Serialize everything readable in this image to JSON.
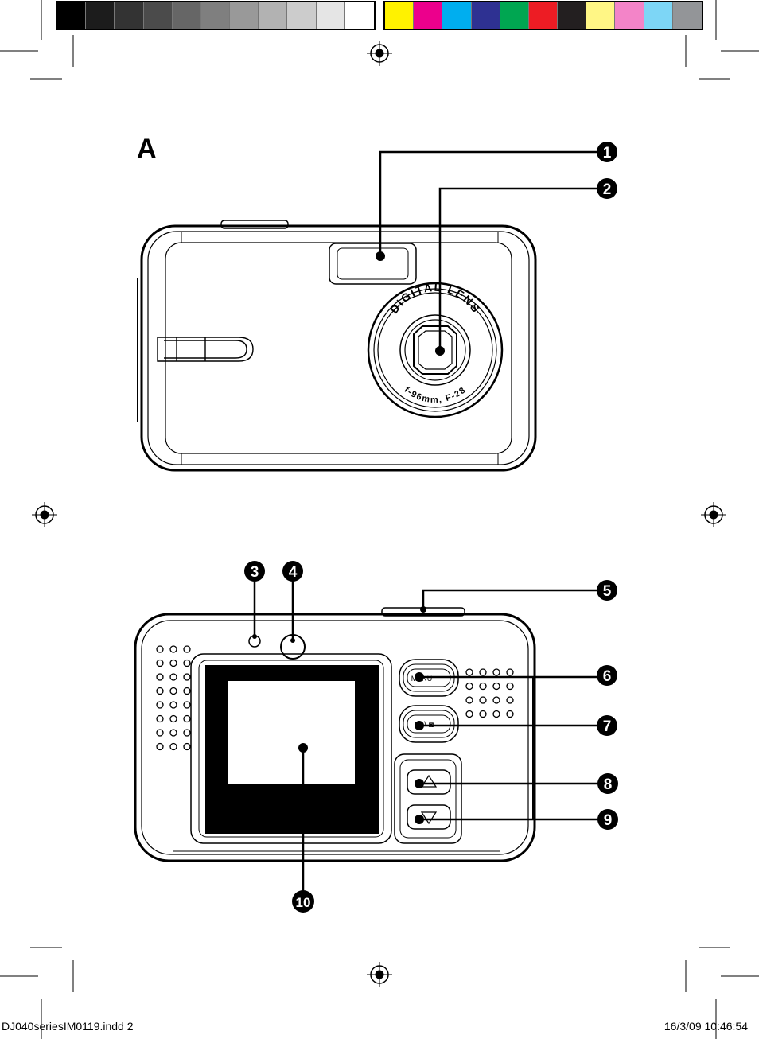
{
  "color_bar": {
    "grayscale": [
      "#000000",
      "#1c1c1c",
      "#333333",
      "#4b4b4b",
      "#666666",
      "#7f7f7f",
      "#999999",
      "#b2b2b2",
      "#cccccc",
      "#e5e5e5",
      "#ffffff"
    ],
    "process": [
      "#fff200",
      "#ec008c",
      "#00aeef",
      "#2e3192",
      "#00a651",
      "#ed1c24",
      "#231f20",
      "#fff685",
      "#f384c8",
      "#7dd6f6",
      "#939598"
    ]
  },
  "figure_letter": "A",
  "front_view": {
    "lens_top_text": "DIGITAL LENS",
    "lens_bottom_text": "f-96mm, F-28"
  },
  "back_view": {
    "menu_button_text": "MENU",
    "mode_button_text": "▣ \\ ◙",
    "up_button_icon": "up-triangle-icon",
    "down_button_icon": "down-triangle-icon"
  },
  "callouts": [
    {
      "label": "1"
    },
    {
      "label": "2"
    },
    {
      "label": "3"
    },
    {
      "label": "4"
    },
    {
      "label": "5"
    },
    {
      "label": "6"
    },
    {
      "label": "7"
    },
    {
      "label": "8"
    },
    {
      "label": "9"
    },
    {
      "label": "10"
    }
  ],
  "slug": {
    "file": "DJ040seriesIM0119.indd   2",
    "datetime": "16/3/09   10:46:54"
  }
}
